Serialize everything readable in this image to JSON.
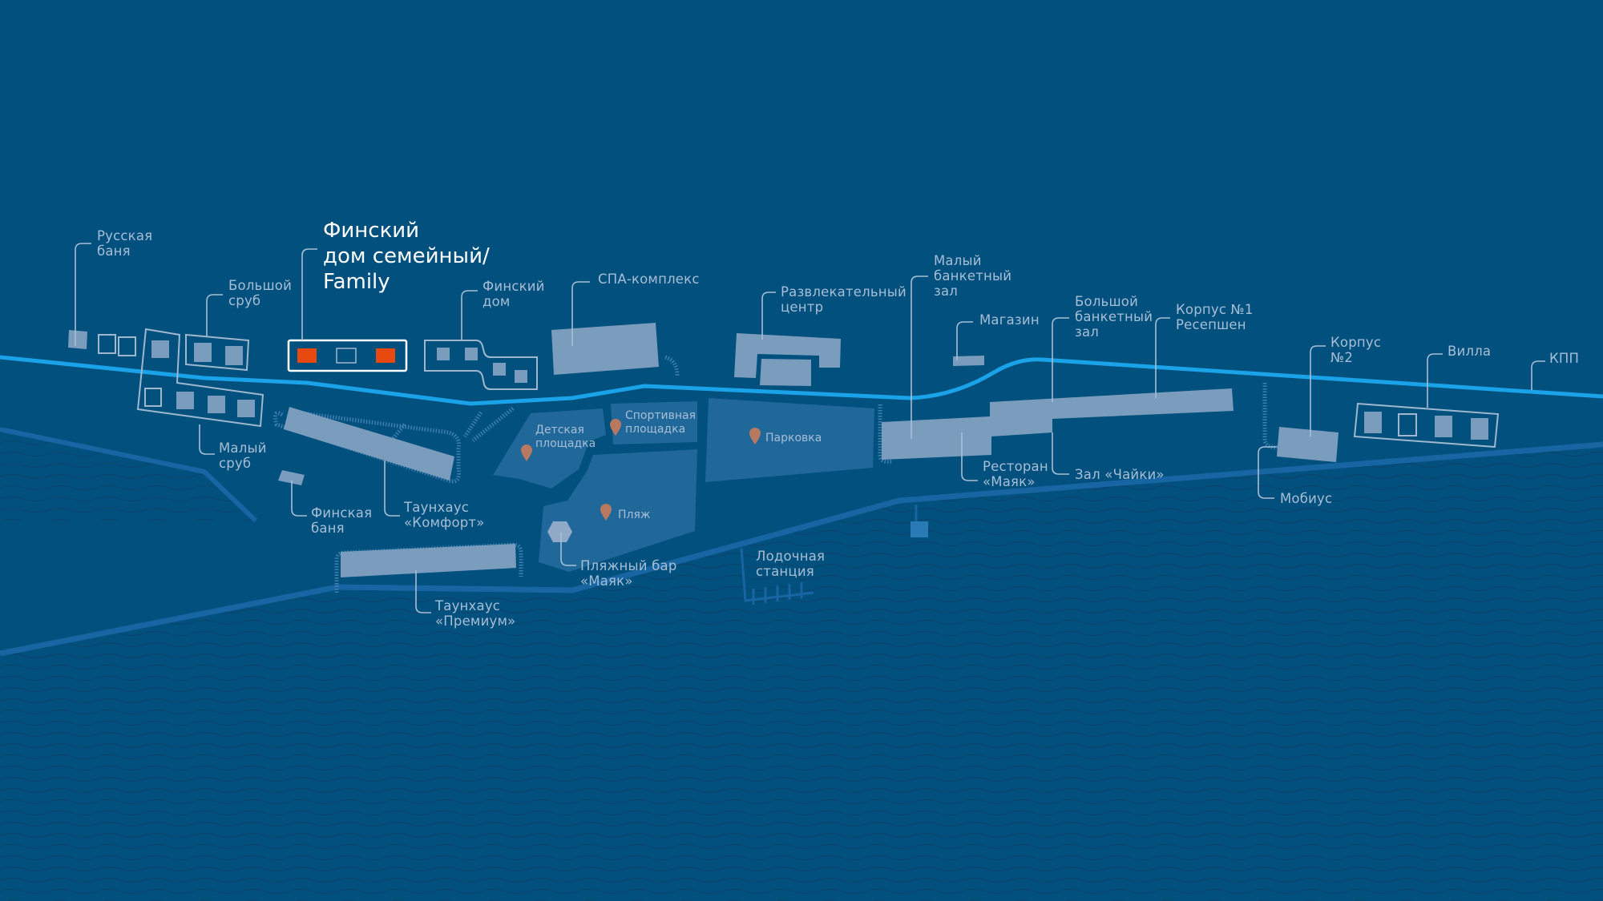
{
  "colors": {
    "background": "#02507e",
    "road": "#1aa3e8",
    "building": "#7b9dbd",
    "zone": "#20679a",
    "shore": "#1766a3",
    "highlight": "#e8490f",
    "pin": "#b87960",
    "label": "#a7bfd6"
  },
  "highlighted": {
    "lines": [
      "Финский",
      "дом семейный/",
      "Family"
    ]
  },
  "labels": {
    "russkaya_banya": [
      "Русская",
      "баня"
    ],
    "bolshoy_srub": [
      "Большой",
      "сруб"
    ],
    "malyy_srub": [
      "Малый",
      "сруб"
    ],
    "finskiy_dom": [
      "Финский",
      "дом"
    ],
    "spa": [
      "СПА-комплекс"
    ],
    "razvlek": [
      "Развлекательный",
      "центр"
    ],
    "malyy_bank": [
      "Малый",
      "банкетный",
      "зал"
    ],
    "magazin": [
      "Магазин"
    ],
    "bolshoy_bank": [
      "Большой",
      "банкетный",
      "зал"
    ],
    "korpus1": [
      "Корпус №1",
      "Ресепшен"
    ],
    "korpus2": [
      "Корпус",
      "№2"
    ],
    "villa": [
      "Вилла"
    ],
    "kpp": [
      "КПП"
    ],
    "finskaya_banya": [
      "Финская",
      "баня"
    ],
    "townhouse_comfort": [
      "Таунхаус",
      "«Комфорт»"
    ],
    "townhouse_premium": [
      "Таунхаус",
      "«Премиум»"
    ],
    "beach_bar": [
      "Пляжный бар",
      "«Маяк»"
    ],
    "restaurant": [
      "Ресторан",
      "«Маяк»"
    ],
    "zal_chaiki": [
      "Зал «Чайки»"
    ],
    "mobius": [
      "Мобиус"
    ],
    "boat_station": [
      "Лодочная",
      "станция"
    ]
  },
  "zones": {
    "playground": [
      "Детская",
      "площадка"
    ],
    "sports": [
      "Спортивная",
      "площадка"
    ],
    "parking": [
      "Парковка"
    ],
    "beach": [
      "Пляж"
    ]
  }
}
